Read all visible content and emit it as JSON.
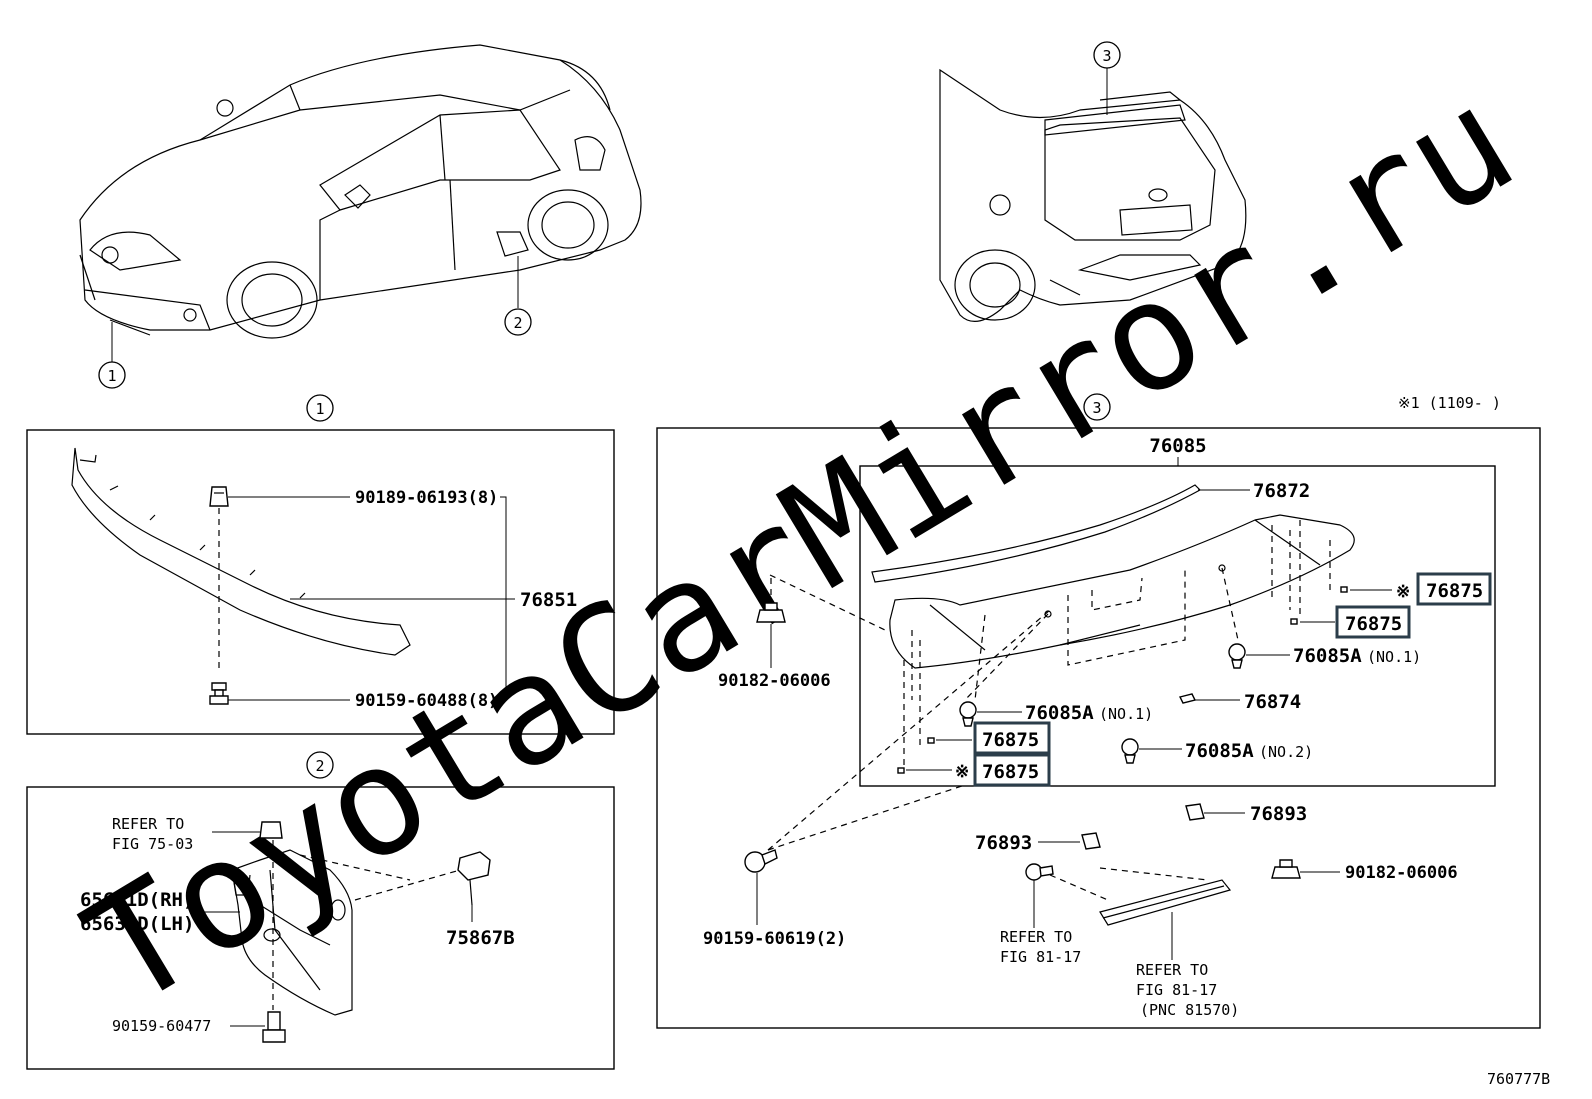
{
  "watermark": "ToyotaCarMirror.ru",
  "diagram_code": "760777B",
  "footnote": "※1 (1109-   )",
  "callouts": {
    "c1": "1",
    "c2": "2",
    "c3": "3"
  },
  "section1": {
    "title": "1",
    "parts": {
      "clip": "90189-06193(8)",
      "spoiler": "76851",
      "screw": "90159-60488(8)"
    }
  },
  "section2": {
    "title": "2",
    "parts": {
      "refer_fig_l1": "REFER TO",
      "refer_fig_l2": "FIG 75-03",
      "mudguard_rh": "65631D(RH)",
      "mudguard_lh": "65632D(LH)",
      "clip": "75867B",
      "screw": "90159-60477"
    }
  },
  "section3": {
    "title": "3",
    "parts": {
      "assembly": "76085",
      "top_strip": "76872",
      "pad_a": "76875",
      "pad_b": "76875",
      "pad_c": "76875",
      "pad_d": "76875",
      "mark": "※",
      "clip_a_right": "76085A",
      "clip_a_right_note": "(NO.1)",
      "clip_a_left": "76085A",
      "clip_a_left_note": "(NO.1)",
      "clip_a2": "76085A",
      "clip_a2_note": "(NO.2)",
      "seal": "76874",
      "nut_left": "90182-06006",
      "nut_right": "90182-06006",
      "clip_right": "76893",
      "clip_mid": "76893",
      "bolt": "90159-60619(2)",
      "refer1_l1": "REFER TO",
      "refer1_l2": "FIG 81-17",
      "refer2_l1": "REFER TO",
      "refer2_l2": "FIG 81-17",
      "refer2_l3": "(PNC 81570)"
    }
  }
}
